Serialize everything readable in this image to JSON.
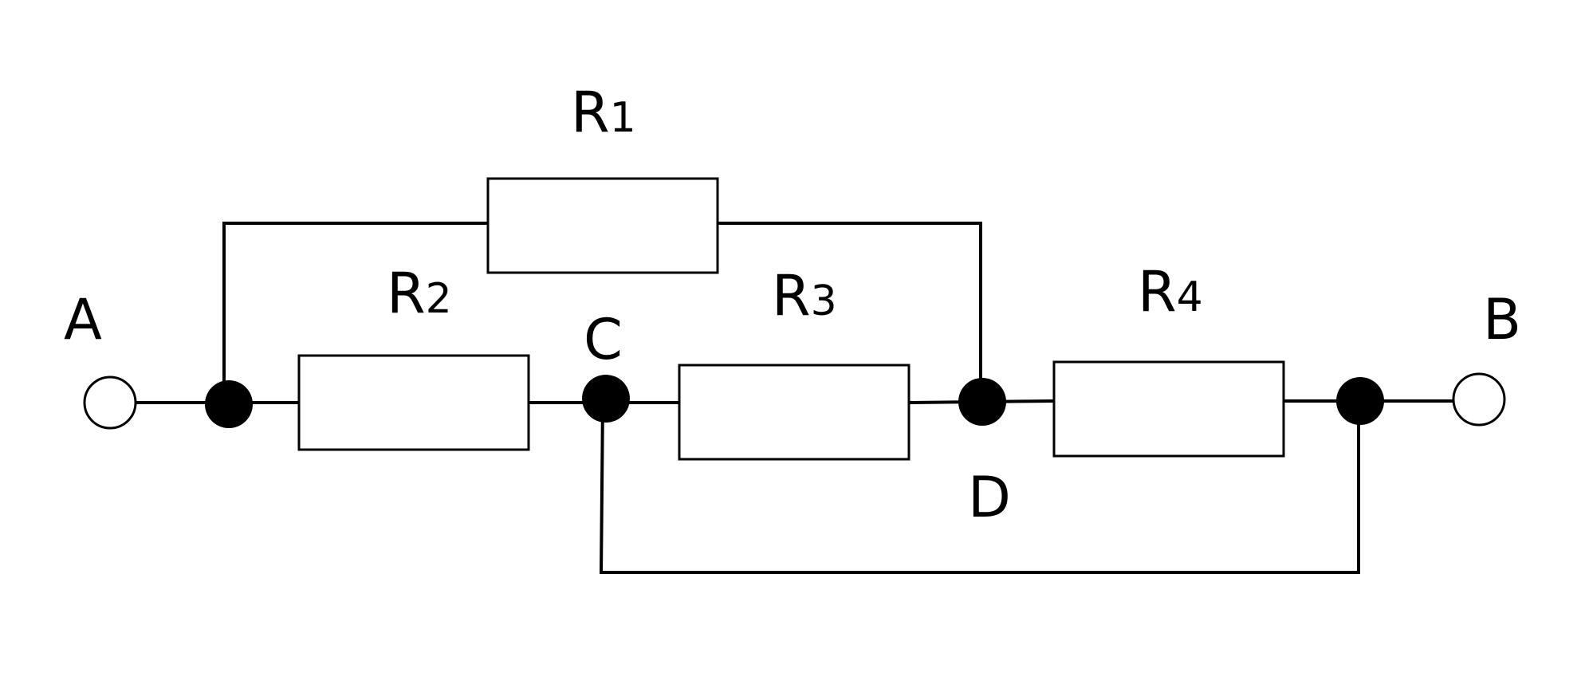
{
  "terminals": {
    "a": "A",
    "b": "B"
  },
  "nodes": {
    "c": "C",
    "d": "D"
  },
  "resistors": [
    {
      "letter": "R",
      "index": "1"
    },
    {
      "letter": "R",
      "index": "2"
    },
    {
      "letter": "R",
      "index": "3"
    },
    {
      "letter": "R",
      "index": "4"
    }
  ]
}
